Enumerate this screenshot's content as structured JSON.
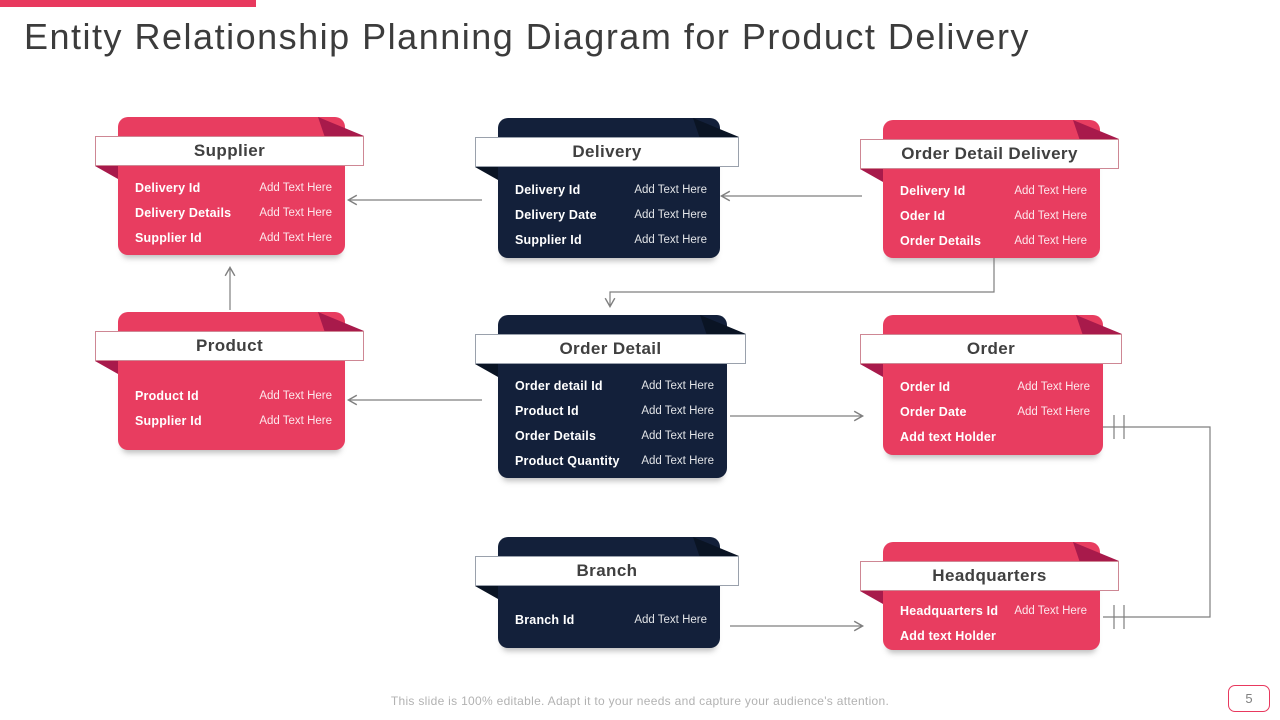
{
  "slide": {
    "title": "Entity Relationship Planning Diagram for Product Delivery",
    "footer": "This slide is 100% editable. Adapt it to your needs and capture your audience's attention.",
    "page_number": "5",
    "accent_color": "#E8395E",
    "navy_color": "#13203A",
    "connector_color": "#7f7f7f"
  },
  "themes": {
    "pink": {
      "fill": "#E83D60",
      "fold": "#A81A4B",
      "ribbon_border": "#D липa"
    },
    "navy": {
      "fill": "#13203A",
      "fold": "#0A1424",
      "ribbon_border": "#9AA1AC"
    }
  },
  "entities": [
    {
      "id": "supplier",
      "title": "Supplier",
      "theme": "pink",
      "rows": [
        {
          "label": "Delivery Id",
          "value": "Add Text Here"
        },
        {
          "label": "Delivery Details",
          "value": "Add Text Here"
        },
        {
          "label": "Supplier Id",
          "value": "Add Text Here"
        }
      ]
    },
    {
      "id": "delivery",
      "title": "Delivery",
      "theme": "navy",
      "rows": [
        {
          "label": "Delivery Id",
          "value": "Add Text Here"
        },
        {
          "label": "Delivery Date",
          "value": "Add Text Here"
        },
        {
          "label": "Supplier Id",
          "value": "Add Text Here"
        }
      ]
    },
    {
      "id": "order-detail-delivery",
      "title": "Order Detail Delivery",
      "theme": "pink",
      "rows": [
        {
          "label": "Delivery Id",
          "value": "Add Text Here"
        },
        {
          "label": "Oder Id",
          "value": "Add Text Here"
        },
        {
          "label": "Order Details",
          "value": "Add Text Here"
        }
      ]
    },
    {
      "id": "product",
      "title": "Product",
      "theme": "pink",
      "rows": [
        {
          "label": "Product Id",
          "value": "Add Text Here"
        },
        {
          "label": "Supplier Id",
          "value": "Add Text Here"
        }
      ]
    },
    {
      "id": "order-detail",
      "title": "Order Detail",
      "theme": "navy",
      "rows": [
        {
          "label": "Order detail Id",
          "value": "Add Text Here"
        },
        {
          "label": "Product Id",
          "value": "Add Text Here"
        },
        {
          "label": "Order Details",
          "value": "Add Text Here"
        },
        {
          "label": "Product Quantity",
          "value": "Add Text Here"
        }
      ]
    },
    {
      "id": "order",
      "title": "Order",
      "theme": "pink",
      "rows": [
        {
          "label": "Order Id",
          "value": "Add Text Here"
        },
        {
          "label": "Order Date",
          "value": "Add Text Here"
        },
        {
          "label": "Add text Holder",
          "value": ""
        }
      ]
    },
    {
      "id": "branch",
      "title": "Branch",
      "theme": "navy",
      "rows": [
        {
          "label": "Branch Id",
          "value": "Add Text Here"
        }
      ]
    },
    {
      "id": "headquarters",
      "title": "Headquarters",
      "theme": "pink",
      "rows": [
        {
          "label": "Headquarters Id",
          "value": "Add Text Here"
        },
        {
          "label": "Add text Holder",
          "value": ""
        }
      ]
    }
  ],
  "relationships": [
    {
      "from": "delivery",
      "to": "supplier",
      "style": "arrow"
    },
    {
      "from": "order-detail-delivery",
      "to": "delivery",
      "style": "arrow"
    },
    {
      "from": "order-detail-delivery",
      "to": "order-detail",
      "style": "elbow-arrow"
    },
    {
      "from": "product",
      "to": "supplier",
      "style": "arrow"
    },
    {
      "from": "order-detail",
      "to": "product",
      "style": "arrow"
    },
    {
      "from": "order-detail",
      "to": "order",
      "style": "arrow"
    },
    {
      "from": "order",
      "to": "headquarters",
      "style": "double-tick-bracket"
    },
    {
      "from": "branch",
      "to": "headquarters",
      "style": "arrow"
    }
  ]
}
